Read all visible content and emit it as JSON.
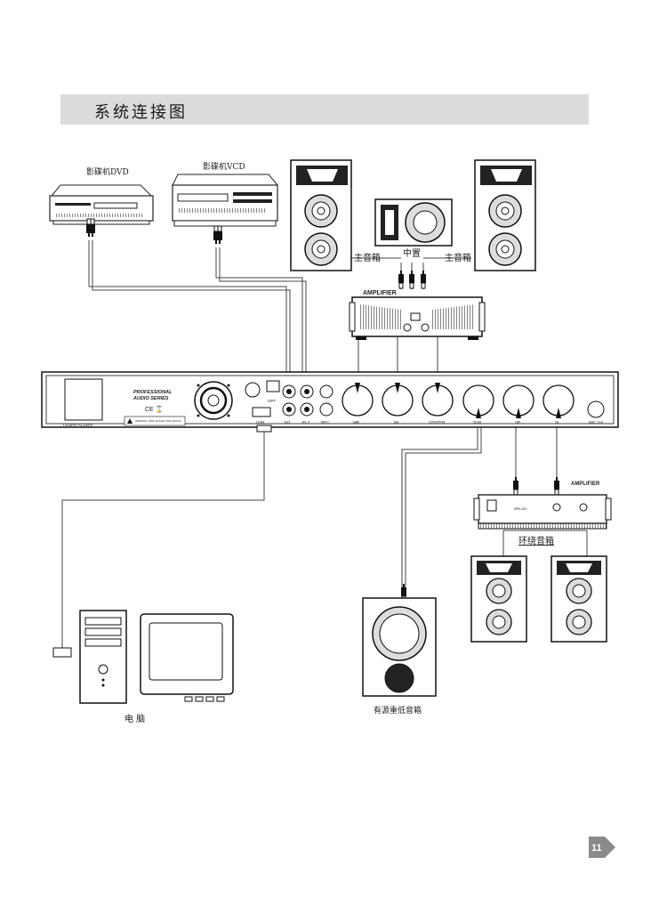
{
  "title": "系统连接图",
  "page_number": "11",
  "sources": {
    "dvd": "影碟机DVD",
    "vcd": "影碟机VCD"
  },
  "front_speakers": {
    "main_left": "主音箱",
    "center": "中置",
    "main_right": "主音箱"
  },
  "amplifier_front": {
    "label": "AMPLIFIER"
  },
  "amplifier_surround": {
    "label": "AMPLIFIER",
    "model": "MPA-200"
  },
  "surround_label": "环绕音箱",
  "subwoofer_label": "有源重低音箱",
  "computer_label": "电  脑",
  "main_unit": {
    "brand_line1": "PROFESSIONAL",
    "brand_line2": "AUDIO SERIES",
    "fuse": "T315mA AC250V",
    "marks": "CE ⌛",
    "warning": "WARNING: RISK OF ELECTRIC SHOCK",
    "opt": "OPT",
    "usb": "USB",
    "in1": "IN1",
    "in2": "IN 2",
    "rec": "REC",
    "mr": "MR",
    "ml": "ML",
    "center": "CENTER",
    "sw": "SUB",
    "sr": "SR",
    "sl": "SL",
    "mic": "MIC 3-6"
  }
}
